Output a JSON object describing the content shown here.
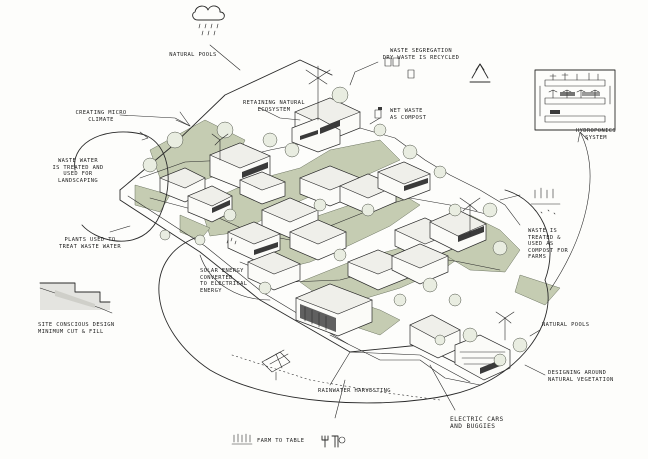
{
  "labels": {
    "natural_pools_top": "NATURAL POOLS",
    "waste_segregation": "WASTE SEGREGATION\nDRY WASTE IS RECYCLED",
    "retaining_natural_ecosystem": "RETAINING NATURAL\nECOSYSTEM",
    "wet_waste_compost": "WET WASTE\nAS COMPOST",
    "hydroponics_system": "HYDROPONICS\nSYSTEM",
    "creating_micro_climate": "CREATING MICRO\nCLIMATE",
    "waste_water_treated": "WASTE WATER\nIS TREATED AND\nUSED FOR\nLANDSCAPING",
    "waste_treated_compost": "WASTE IS\nTREATED &\nUSED AS\nCOMPOST FOR\nFARMS",
    "plants_treat_water": "PLANTS USED TO\nTREAT WASTE WATER",
    "solar_energy": "SOLAR ENERGY\nCONVERTED\nTO ELECTRICAL\nENERGY",
    "site_conscious_design": "SITE CONSCIOUS DESIGN\nMINIMUM CUT & FILL",
    "natural_pools_right": "NATURAL POOLS",
    "designing_around_vegetation": "DESIGNING AROUND\nNATURAL VEGETATION",
    "rainwater_harvesting": "RAINWATER HARVESTING",
    "electric_cars": "ELECTRIC CARS\nAND BUGGIES",
    "farm_to_table": "FARM TO TABLE"
  }
}
